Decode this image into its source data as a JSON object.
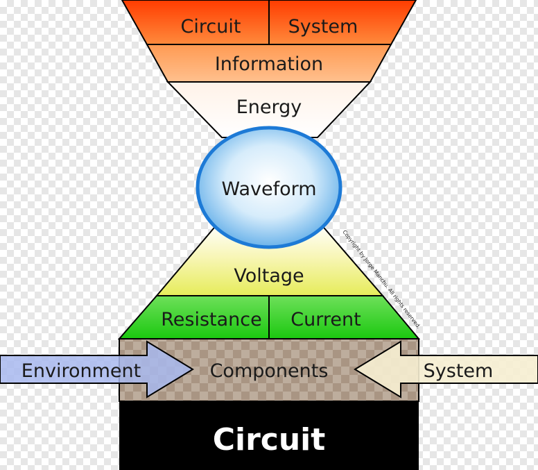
{
  "top": {
    "left_label": "Circuit",
    "right_label": "System",
    "information_label": "Information",
    "energy_label": "Energy"
  },
  "center": {
    "waveform_label": "Waveform"
  },
  "bottom": {
    "voltage_label": "Voltage",
    "resistance_label": "Resistance",
    "current_label": "Current",
    "components_label": "Components",
    "circuit_label": "Circuit"
  },
  "arrows": {
    "left_label": "Environment",
    "right_label": "System"
  },
  "copyright": "Copyright by Jorge Manchu. All rights reserved.",
  "colors": {
    "top_band": "#ff5a14",
    "information_band": "#ffac6c",
    "energy_band": "#ffffff",
    "waveform_fill": "#7fc1ee",
    "waveform_outline": "#1d7ad6",
    "voltage_band": "#f4f080",
    "resistance_band": "#29cc1c",
    "components_band": "#b8a593",
    "base": "#000000",
    "environment_arrow": "#a5b6ee",
    "system_arrow": "#f4eccf"
  }
}
